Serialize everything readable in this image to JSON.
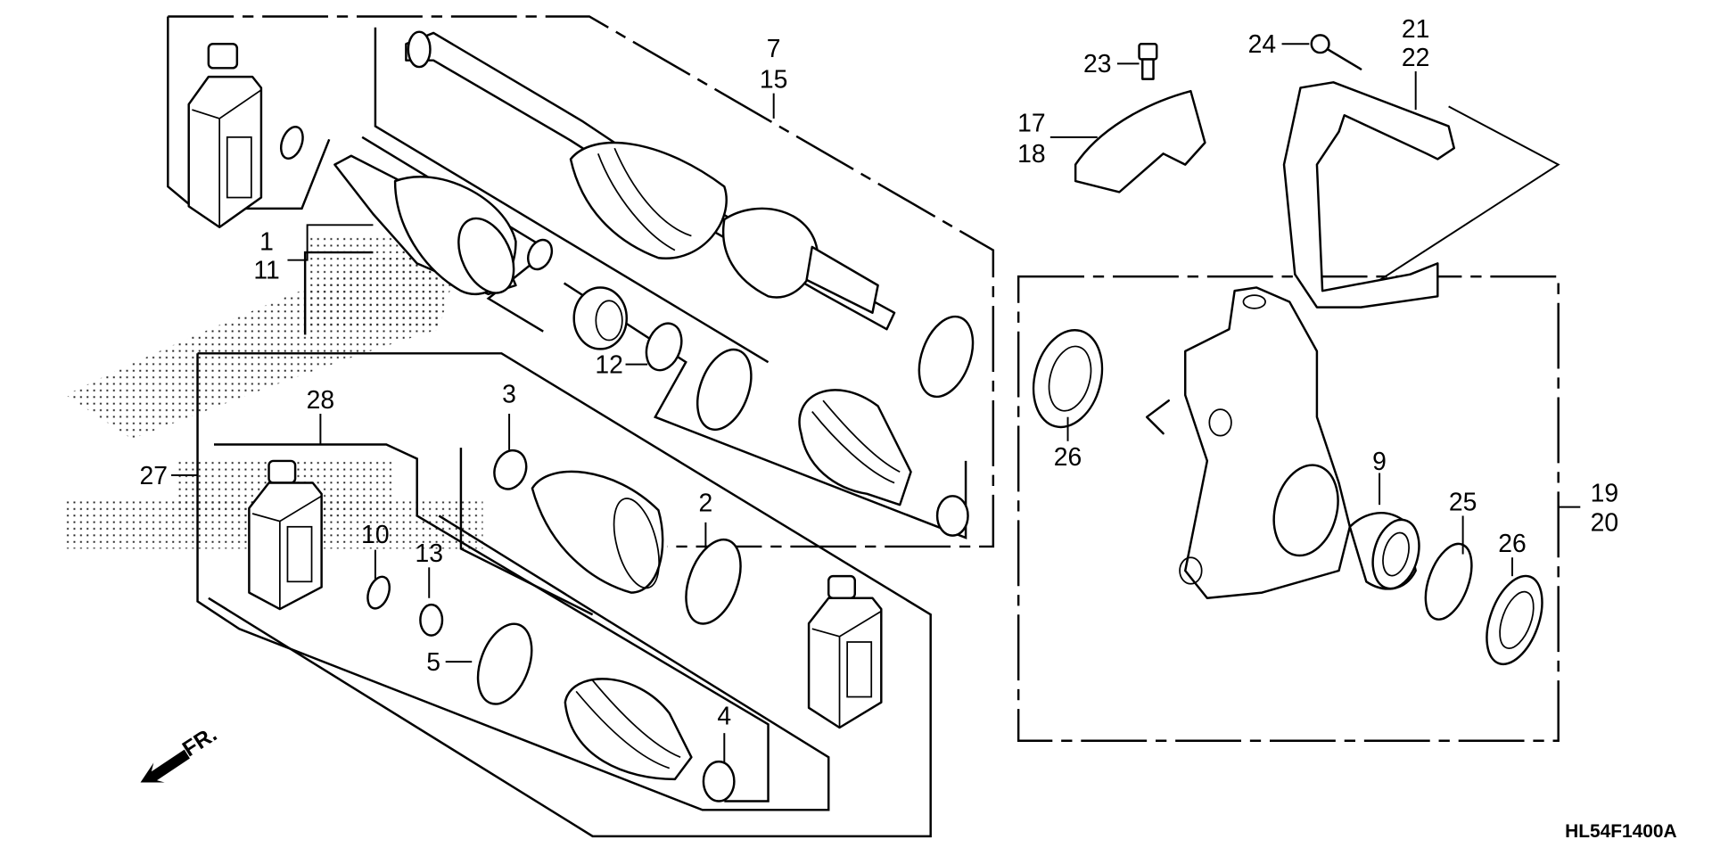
{
  "diagram": {
    "title": "Front driveshaft and knuckle parts diagram",
    "code": "HL54F1400A",
    "direction_label": "FR.",
    "callouts": {
      "c1": "1",
      "c11": "11",
      "c2": "2",
      "c3": "3",
      "c4": "4",
      "c5": "5",
      "c7": "7",
      "c15": "15",
      "c9": "9",
      "c10": "10",
      "c12": "12",
      "c13": "13",
      "c17": "17",
      "c18": "18",
      "c19": "19",
      "c20": "20",
      "c21": "21",
      "c22": "22",
      "c23": "23",
      "c24": "24",
      "c25": "25",
      "c26a": "26",
      "c26b": "26",
      "c27": "27",
      "c28": "28"
    },
    "parts": [
      "driveshaft-assembly",
      "inner-cv-joint",
      "outer-cv-joint",
      "cv-boot-inner",
      "cv-boot-outer",
      "boot-band-large",
      "boot-band-small",
      "grease-bottle",
      "circlip",
      "set-ring",
      "tripod-joint",
      "knuckle",
      "hub-bearing",
      "snap-ring",
      "dust-seal",
      "knuckle-shield",
      "splash-guard",
      "flange-bolt",
      "screw"
    ]
  }
}
